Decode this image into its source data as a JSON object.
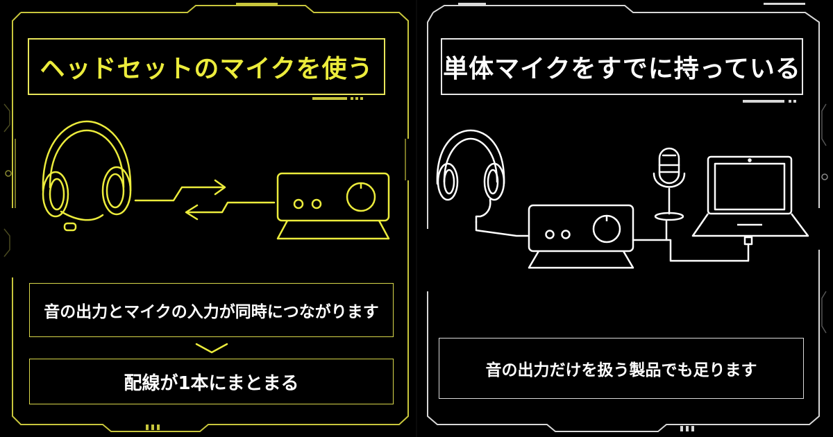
{
  "left_panel": {
    "title": "ヘッドセットのマイクを使う",
    "info_primary": "音の出力とマイクの入力が同時につながります",
    "info_secondary": "配線が1本にまとまる",
    "accent_color": "#ecec3c",
    "devices": [
      "headset-icon",
      "audio-interface-icon"
    ]
  },
  "right_panel": {
    "title": "単体マイクをすでに持っている",
    "info": "音の出力だけを扱う製品でも足ります",
    "accent_color": "#ffffff",
    "devices": [
      "headphones-icon",
      "audio-interface-icon",
      "microphone-icon",
      "laptop-icon"
    ]
  }
}
